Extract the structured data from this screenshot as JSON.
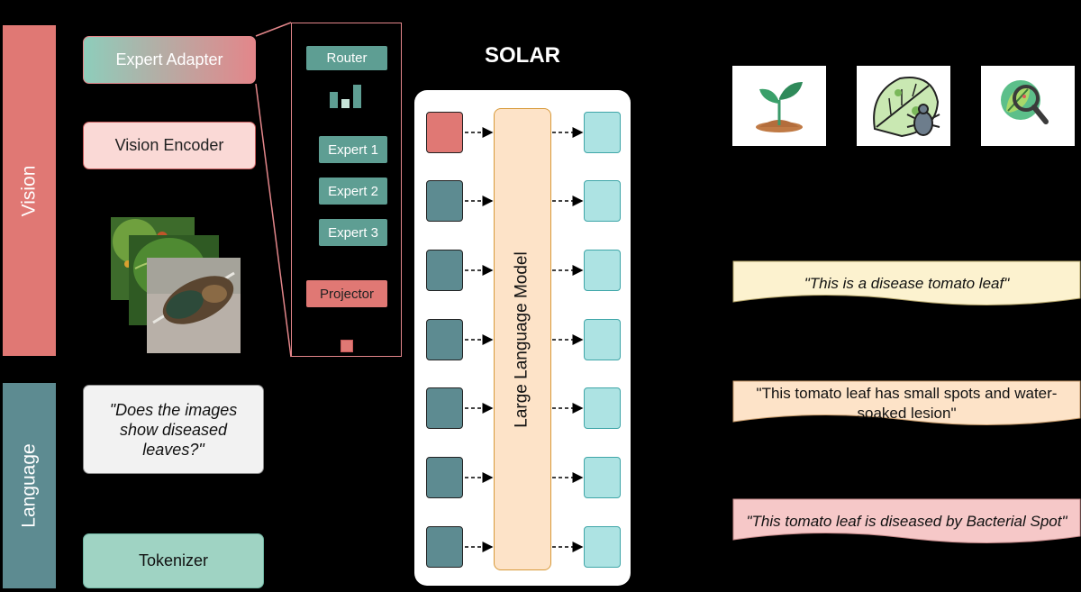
{
  "sidebar": {
    "vision_label": "Vision",
    "language_label": "Language"
  },
  "vision": {
    "expert_adapter": "Expert Adapter",
    "vision_encoder": "Vision Encoder"
  },
  "adapter_detail": {
    "router": "Router",
    "experts": [
      "Expert 1",
      "Expert 2",
      "Expert 3"
    ],
    "projector": "Projector"
  },
  "language": {
    "prompt": "\"Does the images show diseased leaves?\"",
    "tokenizer": "Tokenizer"
  },
  "model": {
    "title": "SOLAR",
    "llm_label": "Large Language Model"
  },
  "icons": [
    "seedling-icon",
    "leaf-bug-icon",
    "leaf-magnifier-icon"
  ],
  "outputs": [
    "\"This is a disease tomato leaf\"",
    "\"This tomato leaf has small spots and water-soaked lesion\"",
    "\"This tomato leaf is diseased by Bacterial Spot\""
  ],
  "colors": {
    "vision": "#e07874",
    "language": "#5d8b91",
    "expert": "#5e9e93",
    "output_1": "#fcf2cf",
    "output_2": "#fde3c8",
    "output_3": "#f6c8c8"
  }
}
